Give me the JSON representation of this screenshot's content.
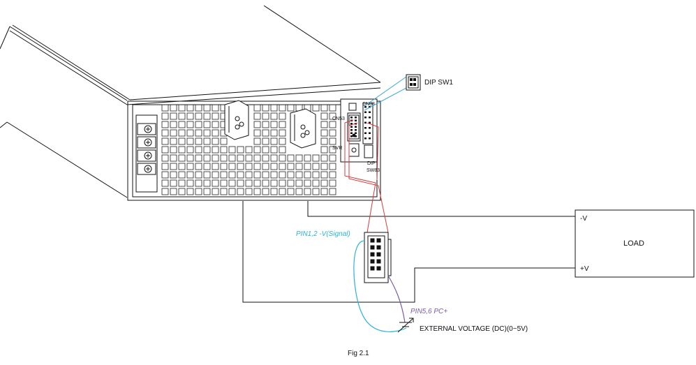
{
  "figure": {
    "caption": "Fig 2.1",
    "labels": {
      "dip_sw1": "DIP SW1",
      "cn88": "CN88",
      "cn53": "CN53",
      "svr": "SVR",
      "dip": "DIP",
      "sw83": "SW83",
      "minus_v": "-V",
      "plus_v": "+V",
      "load": "LOAD",
      "pin12": "PIN1,2 -V(Signal)",
      "pin56": "PIN5,6 PC+",
      "external_voltage": "EXTERNAL VOLTAGE (DC)(0~5V)"
    },
    "colors": {
      "line": "#111111",
      "red_wire": "#d83a3a",
      "cyan_wire": "#2ab4d8",
      "purple_wire": "#7a5aa8",
      "pin12_text": "#2ab4d8",
      "pin56_text": "#7a5aa8",
      "dip_leader": "#3aa7d6"
    }
  }
}
